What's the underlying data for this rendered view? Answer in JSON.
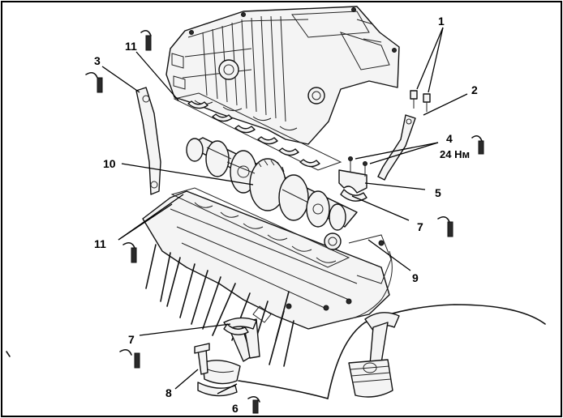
{
  "callouts": {
    "c1": "1",
    "c2": "2",
    "c3": "3",
    "c4": "4",
    "c5": "5",
    "c6": "6",
    "c7a": "7",
    "c7b": "7",
    "c8": "8",
    "c9": "9",
    "c10": "10",
    "c11a": "11",
    "c11b": "11"
  },
  "torque": {
    "value": "24 Нм"
  }
}
